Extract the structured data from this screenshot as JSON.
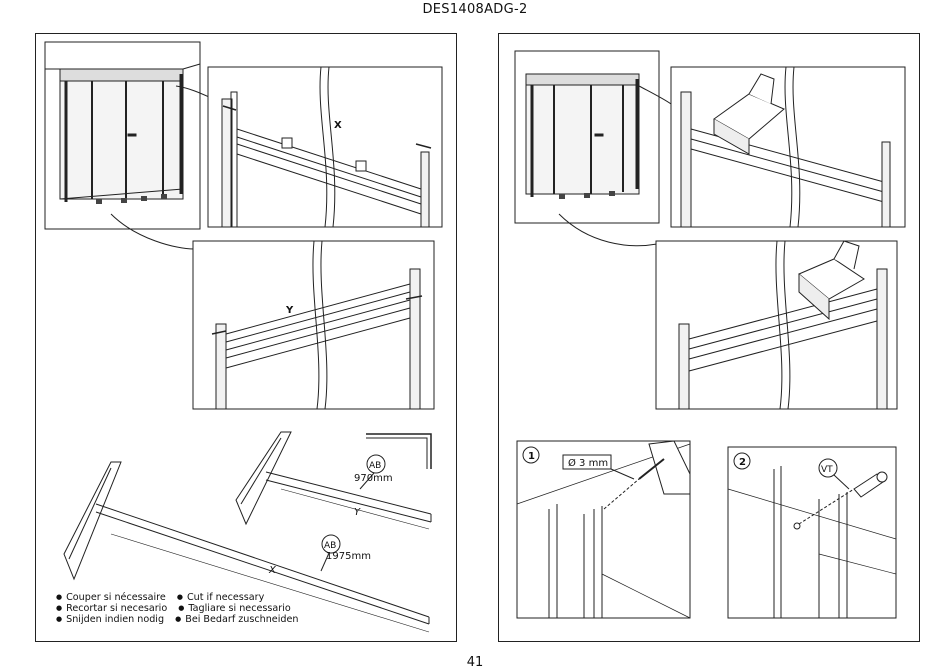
{
  "header": {
    "doc_code": "DES1408ADG-2"
  },
  "footer": {
    "page_number": "41"
  },
  "left_panel": {
    "dim_labels": {
      "x": "X",
      "y": "Y"
    },
    "part_code_1": "AB",
    "part_length_1": "970mm",
    "part_code_2": "AB",
    "part_length_2": "1975mm",
    "cut_notes": [
      {
        "icon": "●",
        "text": "Couper si nécessaire"
      },
      {
        "icon": "●",
        "text": "Cut if necessary"
      },
      {
        "icon": "●",
        "text": "Recortar si necesario"
      },
      {
        "icon": "●",
        "text": "Tagliare si necessario"
      },
      {
        "icon": "●",
        "text": "Snijden indien nodig"
      },
      {
        "icon": "●",
        "text": "Bei Bedarf zuschneiden"
      }
    ]
  },
  "right_panel": {
    "step_1": "1",
    "step_2": "2",
    "drill_size": "Ø 3 mm",
    "screw_code": "VT"
  }
}
